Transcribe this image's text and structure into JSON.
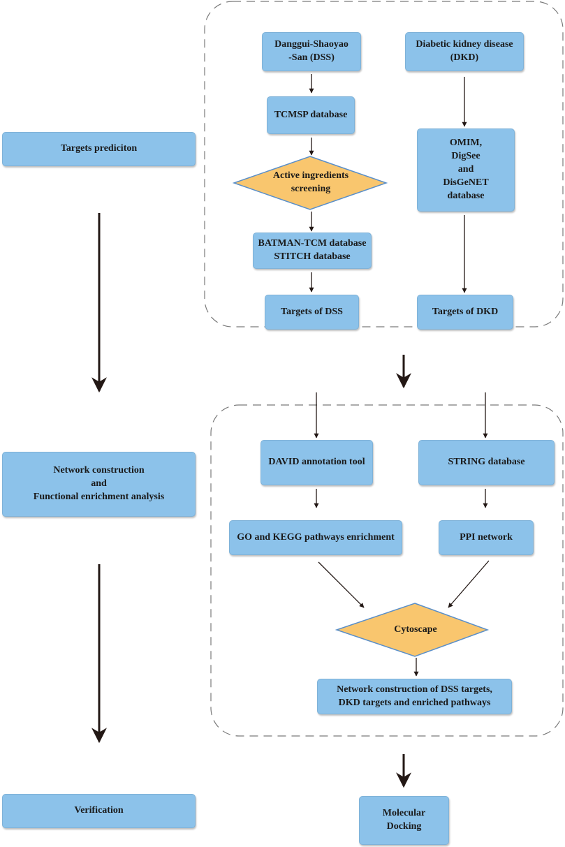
{
  "colors": {
    "box_fill": "#8cc2ea",
    "box_border": "#7fb2d8",
    "diamond_fill": "#f9c66e",
    "diamond_border": "#5a8fc9",
    "arrow": "#231815",
    "dash_border": "#7a7a7a"
  },
  "stages": {
    "targets_prediction": "Targets prediciton",
    "network_construction": [
      "Network construction",
      "and",
      "Functional enrichment analysis"
    ],
    "verification": "Verification"
  },
  "prediction": {
    "dss": [
      "Danggui-Shaoyao",
      "-San (DSS)"
    ],
    "tcmsp": "TCMSP database",
    "active_ingredients": [
      "Active ingredients",
      "screening"
    ],
    "batman": [
      "BATMAN-TCM database",
      "STITCH database"
    ],
    "targets_dss": "Targets of DSS",
    "dkd": [
      "Diabetic kidney disease",
      "(DKD)"
    ],
    "omim": [
      "OMIM,",
      "DigSee",
      "and",
      "DisGeNET",
      "database"
    ],
    "targets_dkd": "Targets of DKD"
  },
  "network": {
    "david": "DAVID annotation tool",
    "go_kegg": "GO and KEGG pathways enrichment",
    "string": "STRING database",
    "ppi": "PPI network",
    "cytoscape": "Cytoscape",
    "network_construction": [
      "Network construction of DSS targets,",
      "DKD targets and enriched pathways"
    ]
  },
  "verification": {
    "docking": [
      "Molecular",
      "Docking"
    ]
  }
}
